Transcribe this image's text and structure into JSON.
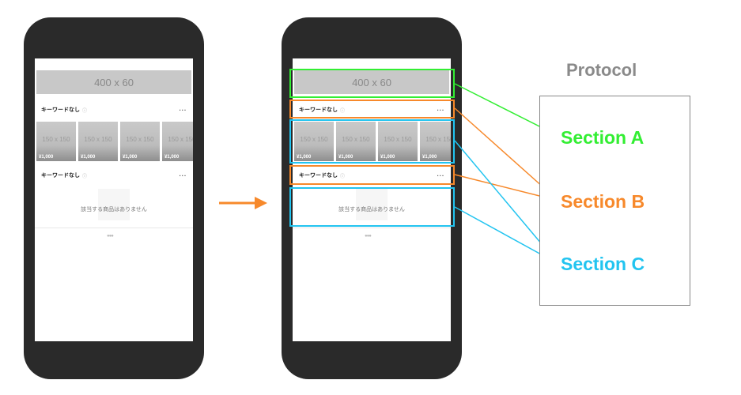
{
  "mockup": {
    "banner_text": "400 x 60",
    "keyword_title": "キーワードなし",
    "keyword_info_icon": "info-circle-icon",
    "more_label": "···",
    "product_size": "150 x 150",
    "product_price": "¥1,000",
    "empty_message": "該当する商品はありません",
    "pagination_dots": "●●●"
  },
  "protocol": {
    "title": "Protocol",
    "sections": [
      {
        "label": "Section A",
        "color": "#33ee33"
      },
      {
        "label": "Section B",
        "color": "#f7892b"
      },
      {
        "label": "Section C",
        "color": "#22c4f0"
      }
    ]
  },
  "colors": {
    "arrow": "#f7892b",
    "phone_body": "#2a2a2a"
  }
}
